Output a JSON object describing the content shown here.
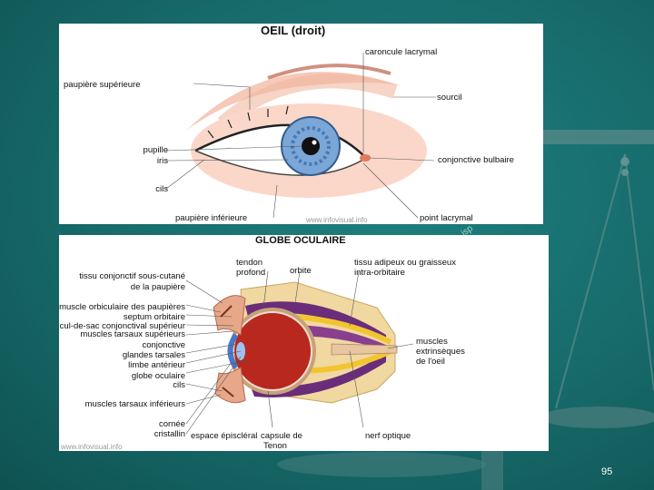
{
  "top": {
    "title": "OEIL  (droit)",
    "labels": {
      "caroncule": "caroncule lacrymal",
      "paupiere_sup": "paupière supérieure",
      "sourcil": "sourcil",
      "pupille": "pupille",
      "iris": "iris",
      "conjonctive_bulbaire": "conjonctive bulbaire",
      "cils": "cils",
      "paupiere_inf": "paupière inférieure",
      "point_lacrymal": "point lacrymal"
    },
    "watermark": "www.infovisual.info"
  },
  "bottom": {
    "title": "GLOBE OCULAIRE",
    "labels": {
      "tendon_1": "tendon",
      "tendon_2": "profond",
      "orbite": "orbite",
      "tissu_adipeux_1": "tissu adipeux ou graisseux",
      "tissu_adipeux_2": "intra-orbitaire",
      "tissu_conj_1": "tissu conjonctif sous-cutané",
      "tissu_conj_2": "de la paupière",
      "muscle_orbiculaire": "muscle orbiculaire des paupières",
      "septum": "septum orbitaire",
      "cul_de_sac": "cul-de-sac conjonctival supérieur",
      "muscles_tarsaux_sup": "muscles tarsaux supérieurs",
      "conjonctive": "conjonctive",
      "glandes": "glandes tarsales",
      "limbe": "limbe antérieur",
      "globe": "globe oculaire",
      "cils": "cils",
      "muscles_tarsaux_inf": "muscles tarsaux inférieurs",
      "cornee": "cornée",
      "cristallin": "cristallin",
      "espace": "espace épiscléral",
      "capsule_1": "capsule de",
      "capsule_2": "Tenon",
      "nerf": "nerf optique",
      "muscles_ext_1": "muscles",
      "muscles_ext_2": "extrinsèques",
      "muscles_ext_3": "de l'oeil"
    },
    "watermark": "www.infovisual.info"
  },
  "side_watermark": "isp",
  "page_number": "95"
}
